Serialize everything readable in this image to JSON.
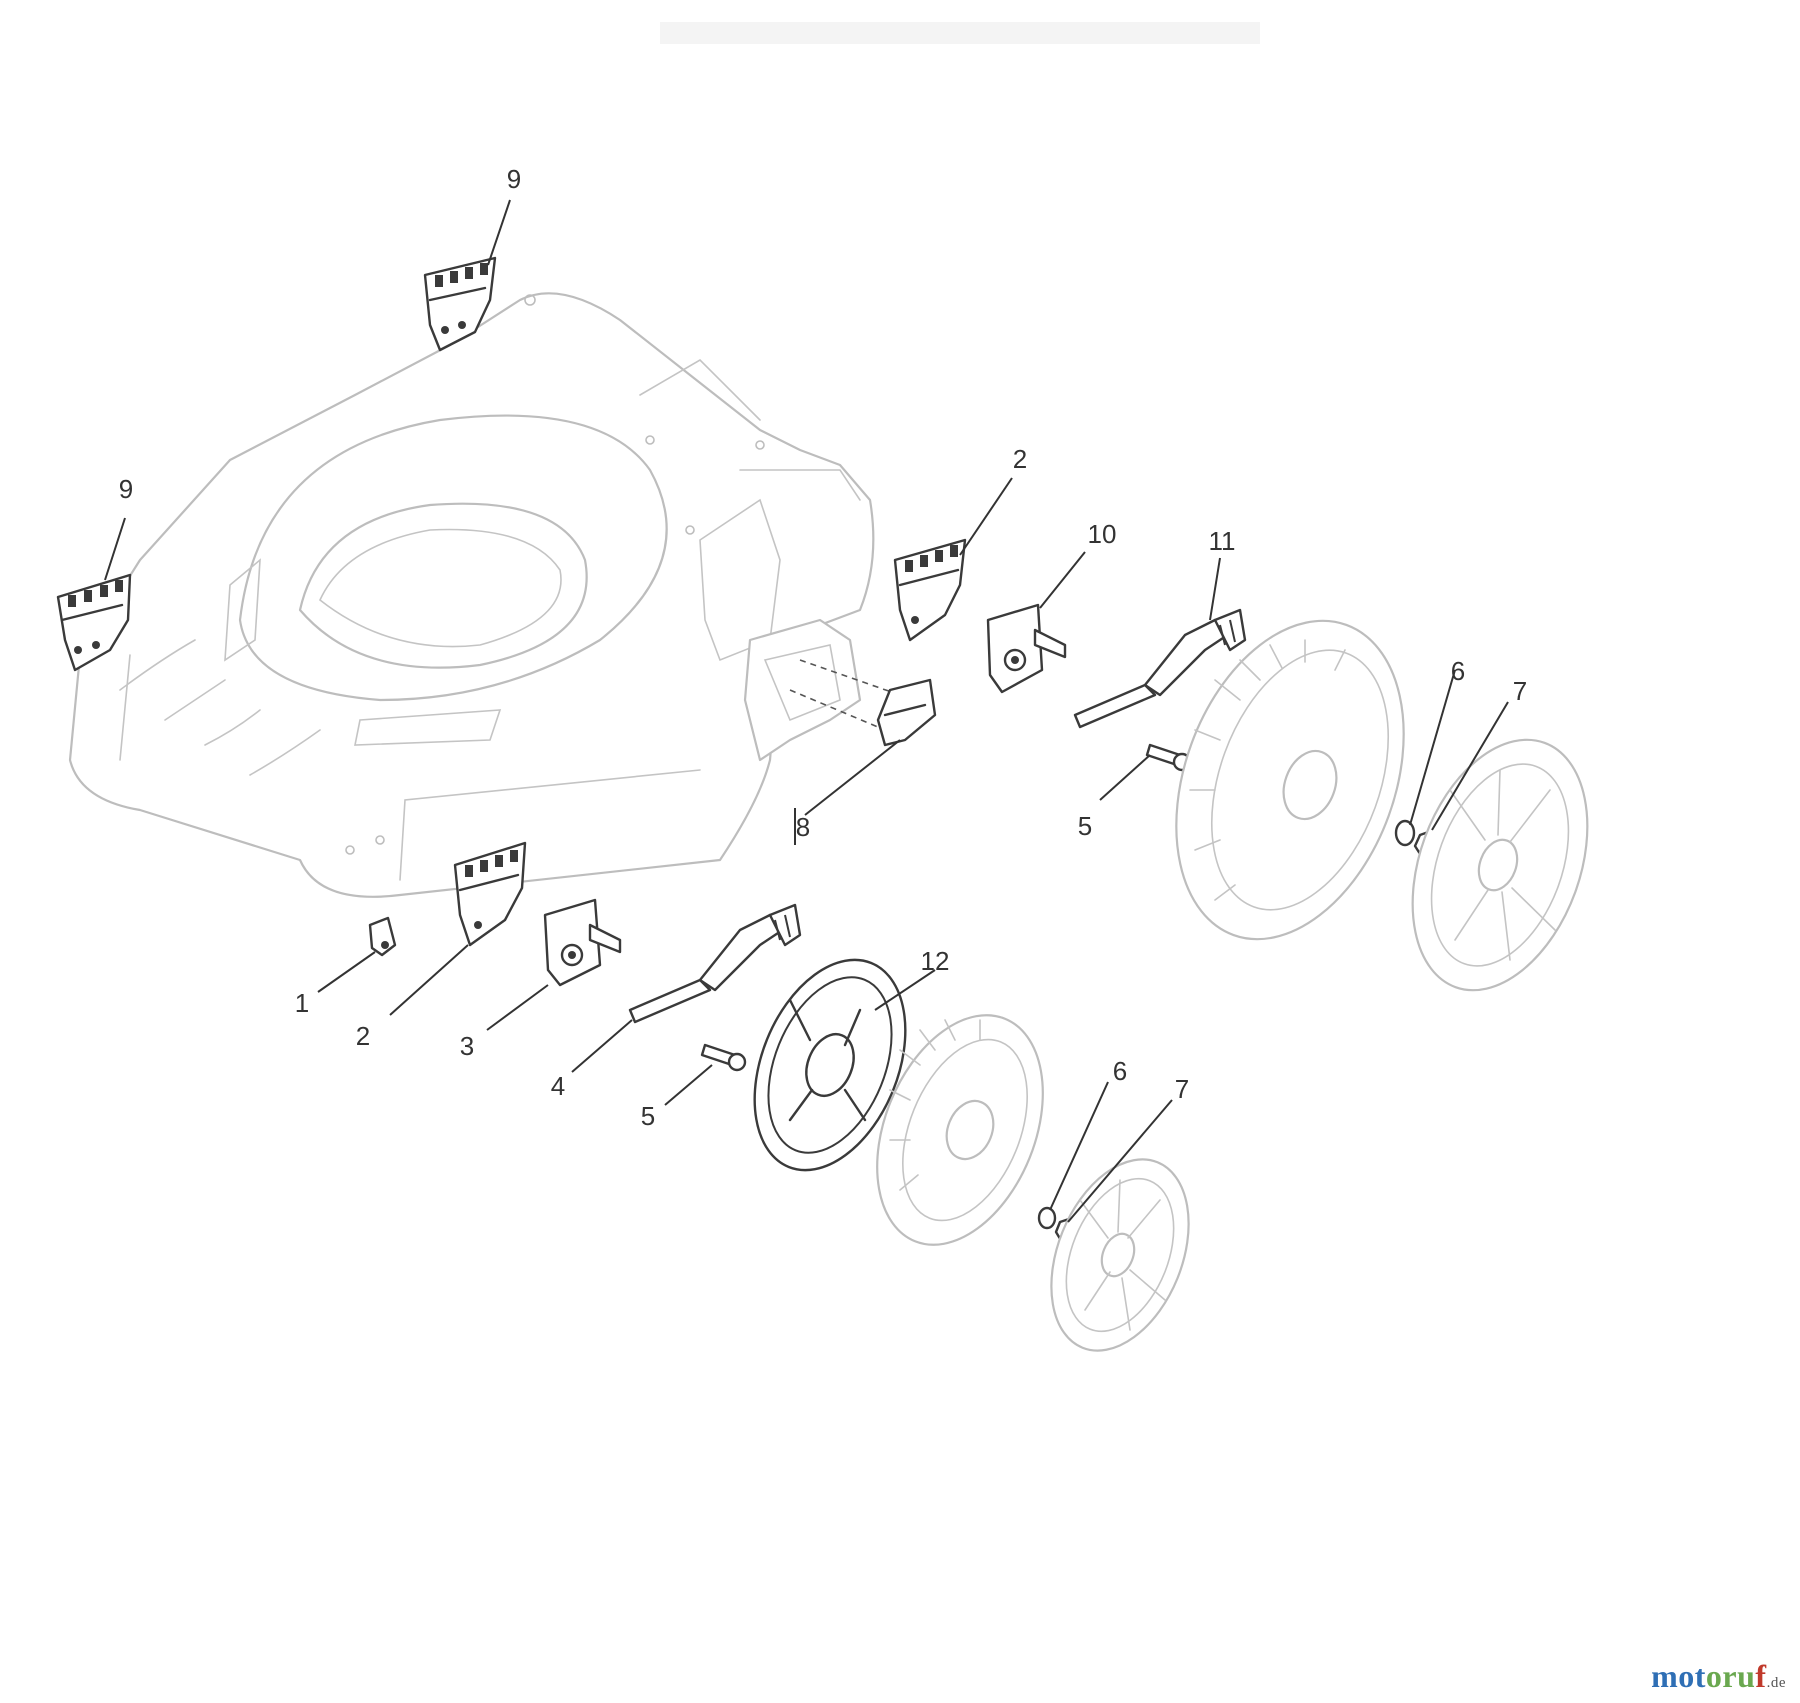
{
  "diagram": {
    "callouts": {
      "c1": "1",
      "c2a": "2",
      "c2b": "2",
      "c3": "3",
      "c4": "4",
      "c5a": "5",
      "c5b": "5",
      "c6a": "6",
      "c6b": "6",
      "c7a": "7",
      "c7b": "7",
      "c8": "8",
      "c9a": "9",
      "c9b": "9",
      "c10": "10",
      "c11": "11",
      "c12": "12"
    }
  },
  "watermark": {
    "part1": "mot",
    "part2": "oru",
    "part3": "f",
    "tld": ".de"
  }
}
